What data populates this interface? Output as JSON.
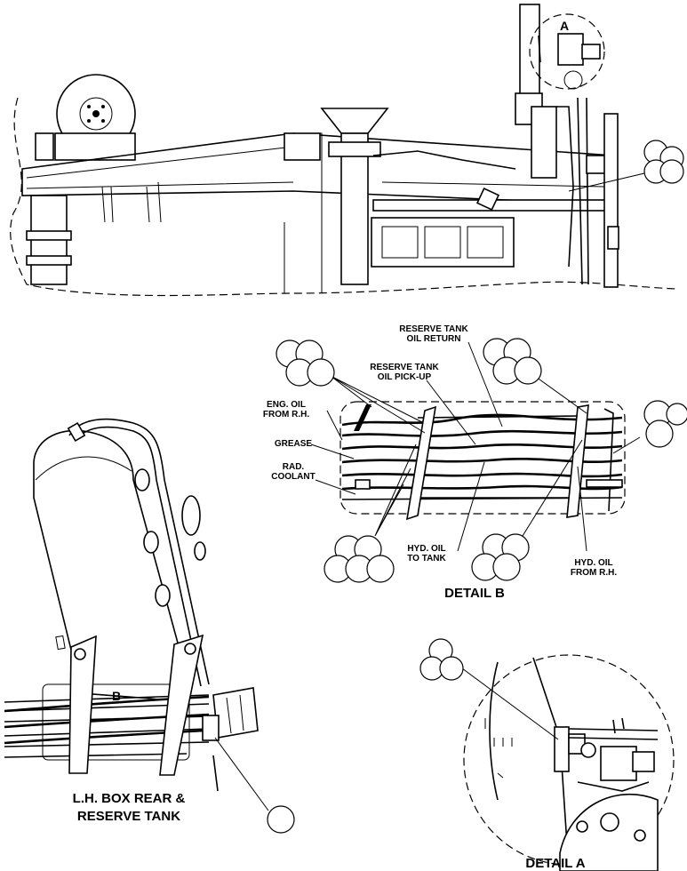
{
  "labels": {
    "detail_a_marker": "A",
    "detail_b_marker": "B",
    "reserve_tank_oil_return_1": "RESERVE TANK",
    "reserve_tank_oil_return_2": "OIL RETURN",
    "reserve_tank_oil_pickup_1": "RESERVE TANK",
    "reserve_tank_oil_pickup_2": "OIL PICK-UP",
    "eng_oil_1": "ENG. OIL",
    "eng_oil_2": "FROM R.H.",
    "grease": "GREASE",
    "rad_coolant_1": "RAD.",
    "rad_coolant_2": "COOLANT",
    "hyd_oil_tank_1": "HYD. OIL",
    "hyd_oil_tank_2": "TO TANK",
    "hyd_oil_rh_1": "HYD. OIL",
    "hyd_oil_rh_2": "FROM R.H."
  },
  "captions": {
    "detail_b": "DETAIL B",
    "detail_a": "DETAIL A",
    "lh_box_1": "L.H. BOX REAR &",
    "lh_box_2": "RESERVE TANK"
  },
  "colors": {
    "ink": "#000000",
    "paper": "#ffffff"
  }
}
